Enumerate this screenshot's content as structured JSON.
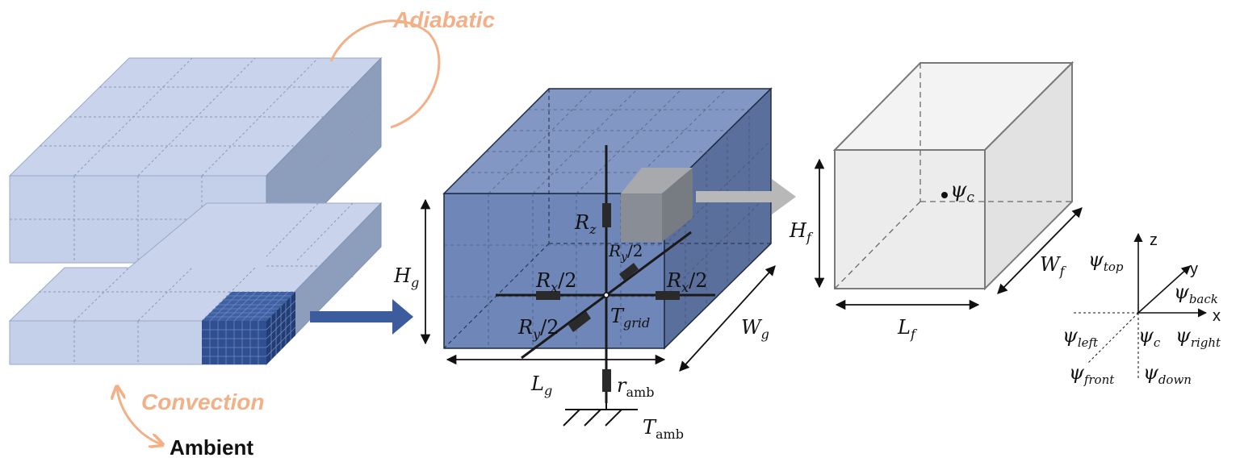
{
  "left_stack": {
    "adiabatic_label": "Adiabatic",
    "convection_label": "Convection",
    "ambient_label": "Ambient"
  },
  "grid_cell": {
    "height_label": "H",
    "height_sub": "g",
    "length_label": "L",
    "length_sub": "g",
    "width_label": "W",
    "width_sub": "g",
    "rz": {
      "main": "R",
      "sub": "z"
    },
    "ry_top": {
      "main": "R",
      "sub": "y",
      "suffix": "/2"
    },
    "rx_left": {
      "main": "R",
      "sub": "x",
      "suffix": "/2"
    },
    "rx_right": {
      "main": "R",
      "sub": "x",
      "suffix": "/2"
    },
    "ry_bottom": {
      "main": "R",
      "sub": "y",
      "suffix": "/2"
    },
    "t_grid": {
      "main": "T",
      "sub": "grid"
    },
    "r_amb": {
      "main": "r",
      "sub": "amb"
    },
    "t_amb": {
      "main": "T",
      "sub": "amb"
    }
  },
  "fine_cell": {
    "height_label": "H",
    "height_sub": "f",
    "length_label": "L",
    "length_sub": "f",
    "width_label": "W",
    "width_sub": "f",
    "center": {
      "main": "ψ",
      "sub": "c"
    }
  },
  "axes": {
    "z": "z",
    "y": "y",
    "x": "x",
    "psi_top": {
      "main": "ψ",
      "sub": "top"
    },
    "psi_back": {
      "main": "ψ",
      "sub": "back"
    },
    "psi_left": {
      "main": "ψ",
      "sub": "left"
    },
    "psi_c": {
      "main": "ψ",
      "sub": "c"
    },
    "psi_right": {
      "main": "ψ",
      "sub": "right"
    },
    "psi_front": {
      "main": "ψ",
      "sub": "front"
    },
    "psi_down": {
      "main": "ψ",
      "sub": "down"
    }
  },
  "colors": {
    "light_block": "#c4d0ea",
    "light_block_side": "#8d9ebd",
    "grid_cell_front": "#6f86b9",
    "grid_cell_top": "#8397c4",
    "grid_cell_side": "#5b6f9c",
    "fine_mesh": "#2f4f91",
    "arrow_blue": "#3d5c9d",
    "orange": "#f3b087",
    "gray_arrow": "#b8b8b8",
    "fine_cell_fill": "#ececec"
  }
}
